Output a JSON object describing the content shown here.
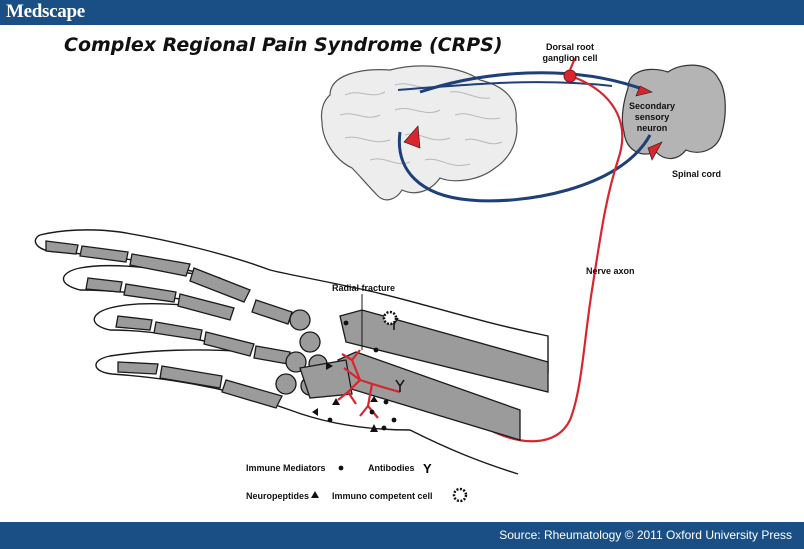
{
  "header": {
    "logo": "Medscape"
  },
  "title": "Complex Regional Pain Syndrome (CRPS)",
  "labels": {
    "dorsal_root_line1": "Dorsal root",
    "dorsal_root_line2": "ganglion cell",
    "secondary_line1": "Secondary",
    "secondary_line2": "sensory",
    "secondary_line3": "neuron",
    "spinal_cord": "Spinal cord",
    "nerve_axon": "Nerve axon",
    "radial_fracture": "Radial fracture"
  },
  "legend": {
    "immune_mediators": "Immune Mediators",
    "antibodies": "Antibodies",
    "antibodies_symbol": "Y",
    "neuropeptides": "Neuropeptides",
    "immuno_competent": "Immuno competent cell"
  },
  "footer": {
    "source": "Source: Rheumatology © 2011 Oxford University Press"
  },
  "colors": {
    "brand_bar": "#1a4f86",
    "nerve_red": "#d8262e",
    "pathway_blue": "#1f3f78",
    "bone_gray": "#9b9b9b"
  }
}
